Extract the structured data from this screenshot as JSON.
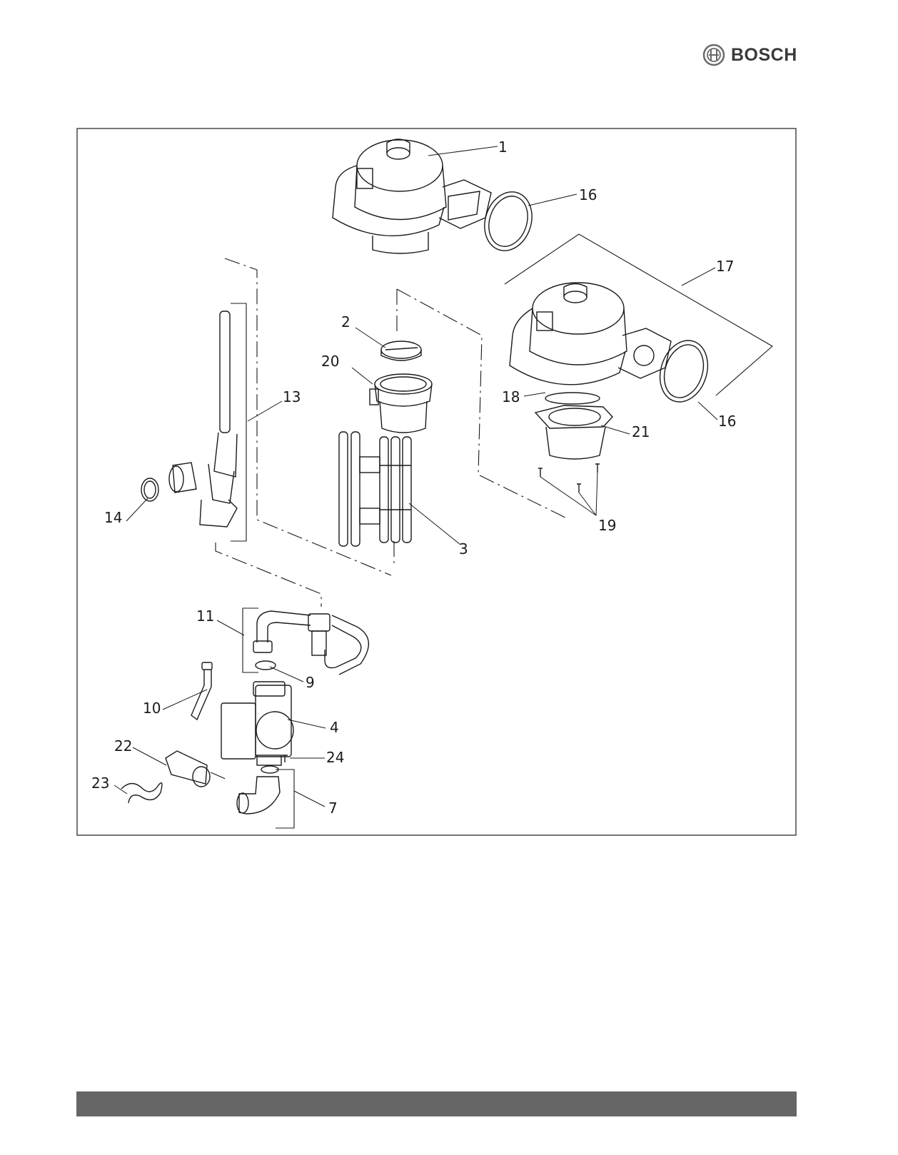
{
  "brand": {
    "name": "BOSCH",
    "logo_icon": "bosch-armature-icon"
  },
  "callouts": [
    "1",
    "16",
    "17",
    "2",
    "20",
    "13",
    "18",
    "16",
    "21",
    "14",
    "19",
    "3",
    "11",
    "9",
    "10",
    "4",
    "22",
    "24",
    "23",
    "7"
  ],
  "colors": {
    "line": "#1a1a1a",
    "footer": "#666666",
    "logo": "#6a6a6a"
  }
}
